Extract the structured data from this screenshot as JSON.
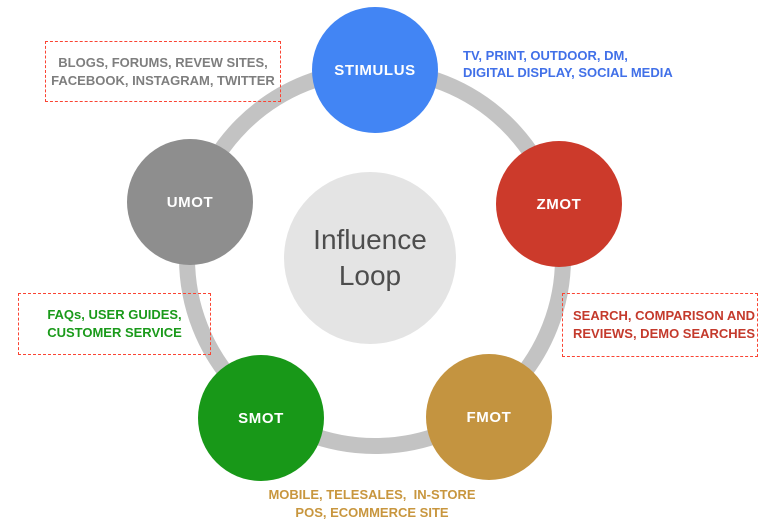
{
  "diagram": {
    "name": "influence-loop",
    "center": {
      "title_line1": "Influence",
      "title_line2": "Loop",
      "bg_color": "#E4E4E4",
      "text_color": "#4D4D4D"
    },
    "ring_color": "#C3C3C3",
    "box_border_color": "#FA4433",
    "nodes": {
      "stimulus": {
        "label": "STIMULUS",
        "color": "#4285F4"
      },
      "zmot": {
        "label": "ZMOT",
        "color": "#CC3A2B"
      },
      "fmot": {
        "label": "FMOT",
        "color": "#C49440"
      },
      "smot": {
        "label": "SMOT",
        "color": "#189818"
      },
      "umot": {
        "label": "UMOT",
        "color": "#8E8E8E"
      }
    },
    "annotations": {
      "umot": {
        "line1": "BLOGS, FORUMS, REVEW SITES,",
        "line2": "FACEBOOK, INSTAGRAM, TWITTER",
        "text_color": "#7E7E7E",
        "boxed": true
      },
      "stimulus": {
        "line1": "TV, PRINT, OUTDOOR, DM,",
        "line2": "DIGITAL DISPLAY, SOCIAL MEDIA",
        "text_color": "#4170E8",
        "boxed": false
      },
      "zmot": {
        "line1": "SEARCH, COMPARISON AND",
        "line2": "REVIEWS, DEMO SEARCHES",
        "text_color": "#C43A2C",
        "boxed": true
      },
      "smot": {
        "line1": "FAQs, USER GUIDES,",
        "line2": "CUSTOMER SERVICE",
        "text_color": "#1A9A1A",
        "boxed": true
      },
      "fmot": {
        "line1": "MOBILE, TELESALES,  IN-STORE",
        "line2": "POS, ECOMMERCE SITE",
        "text_color": "#C8963E",
        "boxed": false
      }
    }
  }
}
